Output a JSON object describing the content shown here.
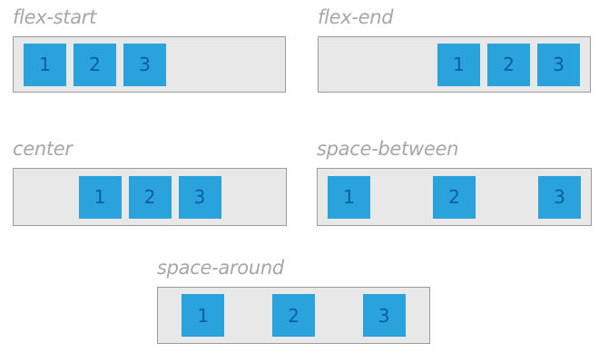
{
  "diagrams": [
    {
      "id": "start",
      "label": "flex-start",
      "items": [
        "1",
        "2",
        "3"
      ]
    },
    {
      "id": "end",
      "label": "flex-end",
      "items": [
        "1",
        "2",
        "3"
      ]
    },
    {
      "id": "center",
      "label": "center",
      "items": [
        "1",
        "2",
        "3"
      ]
    },
    {
      "id": "between",
      "label": "space-between",
      "items": [
        "1",
        "2",
        "3"
      ]
    },
    {
      "id": "around",
      "label": "space-around",
      "items": [
        "1",
        "2",
        "3"
      ]
    }
  ],
  "colors": {
    "item_fill": "#2aa3dd",
    "item_text": "#0a5f9a",
    "container_fill": "#e8e8e8",
    "container_border": "#9c9c9c",
    "label_text": "#a6a6a6"
  }
}
